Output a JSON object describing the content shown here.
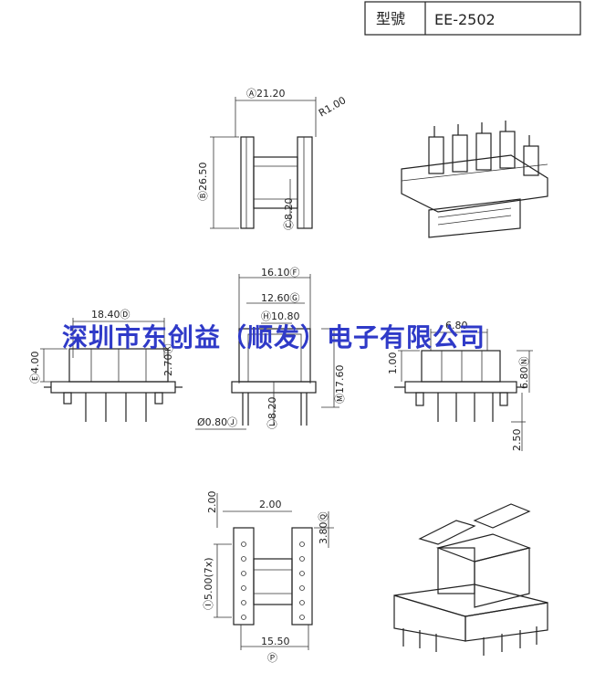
{
  "header": {
    "label": "型號",
    "model": "EE-2502"
  },
  "watermark": "深圳市东创益（顺发）电子有限公司",
  "dimensions": {
    "a": "Ⓐ21.20",
    "r": "R1.00",
    "b": "Ⓑ26.50",
    "c": "Ⓒ8.20",
    "f": "16.10Ⓕ",
    "g": "12.60Ⓖ",
    "h": "Ⓗ10.80",
    "d": "18.40Ⓓ",
    "e": "Ⓔ4.00",
    "k": "2.70Ⓚ",
    "m": "Ⓜ17.60",
    "l": "Ⓛ8.20",
    "j": "Ø0.80Ⓙ",
    "n": "6.80",
    "n2": "6.80Ⓝ",
    "one": "1.00",
    "two_fifty": "2.50",
    "top_two": "2.00",
    "left_two": "2.00",
    "q": "3.80Ⓠ",
    "i": "Ⓘ5.00(7x)",
    "p": "15.50",
    "p_circle": "Ⓟ"
  }
}
